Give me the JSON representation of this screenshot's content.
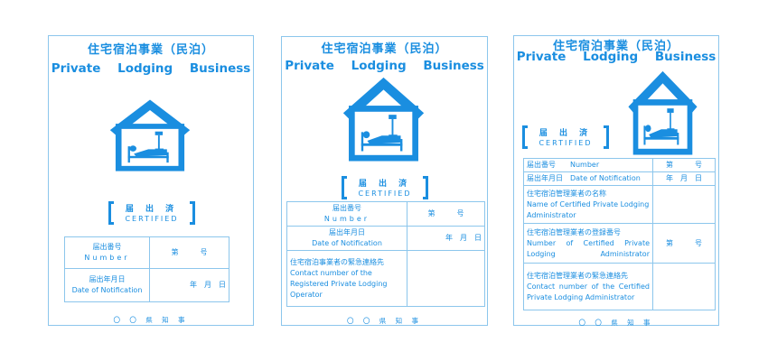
{
  "colors": {
    "accent": "#1a8ee0",
    "border": "#8cc6ec"
  },
  "cards": [
    {
      "title_ja": "住宅宿泊事業（民泊）",
      "title_en": "Private Lodging Business",
      "certified_ja": "届 出 済",
      "certified_en": "CERTIFIED",
      "rows": [
        {
          "label_ja": "届出番号",
          "label_en": "Number",
          "value": "第　　　号"
        },
        {
          "label_ja": "届出年月日",
          "label_en": "Date of Notification",
          "value": "年　月　日"
        }
      ],
      "governor": "〇 〇 県 知 事"
    },
    {
      "title_ja": "住宅宿泊事業（民泊）",
      "title_en": "Private Lodging Business",
      "certified_ja": "届 出 済",
      "certified_en": "CERTIFIED",
      "rows": [
        {
          "label_ja": "届出番号",
          "label_en": "Number",
          "value": "第　　　号"
        },
        {
          "label_ja": "届出年月日",
          "label_en": "Date of Notification",
          "value": "年　月　日"
        },
        {
          "label_ja": "住宅宿泊事業者の緊急連絡先",
          "label_en": "Contact number of the Registered Private Lodging Operator",
          "value": ""
        }
      ],
      "governor": "〇 〇 県 知 事"
    },
    {
      "title_ja": "住宅宿泊事業（民泊）",
      "title_en": "Private Lodging Business",
      "certified_ja": "届 出 済",
      "certified_en": "CERTIFIED",
      "rows": [
        {
          "label": "届出番号　　Number",
          "value": "第　　　号"
        },
        {
          "label": "届出年月日　Date of Notification",
          "value": "年　月　日"
        },
        {
          "label_ja": "住宅宿泊管理業者の名称",
          "label_en": "Name of Certified Private Lodging Administrator",
          "value": ""
        },
        {
          "label_ja": "住宅宿泊管理業者の登録番号",
          "label_en": "Number of Certified Private Lodging Administrator",
          "value": "第　　　号"
        },
        {
          "label_ja": "住宅宿泊管理業者の緊急連絡先",
          "label_en": "Contact number of the Certified Private Lodging Administrator",
          "value": ""
        }
      ],
      "governor": "〇 〇 県 知 事"
    }
  ]
}
